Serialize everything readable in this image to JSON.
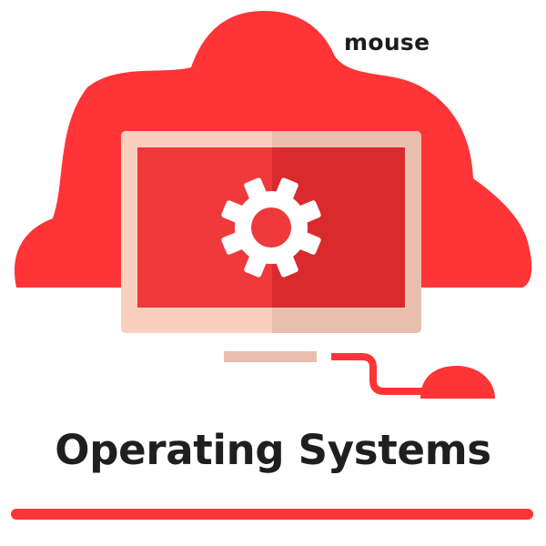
{
  "labels": {
    "mouse": "mouse"
  },
  "title": "Operating Systems",
  "colors": {
    "cloud": "#fe3437",
    "screen_left": "#f0393b",
    "screen_right": "#d92b2d",
    "bezel_left": "#f9d0c0",
    "bezel_right": "#e8bfae",
    "gear": "#ffffff",
    "cable": "#fe3437",
    "stand": "#e8bfae",
    "text": "#1f1f1f",
    "underline": "#fe3437"
  },
  "icons": [
    "cloud-shape",
    "monitor-icon",
    "gear-icon",
    "mouse-icon"
  ]
}
